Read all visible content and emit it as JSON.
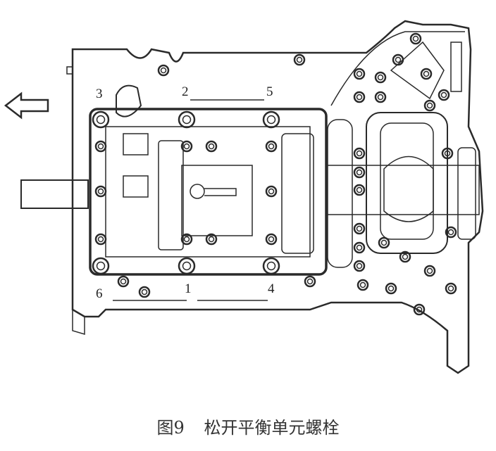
{
  "figure": {
    "callouts": {
      "b1": "1",
      "b2": "2",
      "b3": "3",
      "b4": "4",
      "b5": "5",
      "b6": "6"
    },
    "caption": {
      "number": "图9",
      "text": "松开平衡单元螺栓"
    }
  }
}
